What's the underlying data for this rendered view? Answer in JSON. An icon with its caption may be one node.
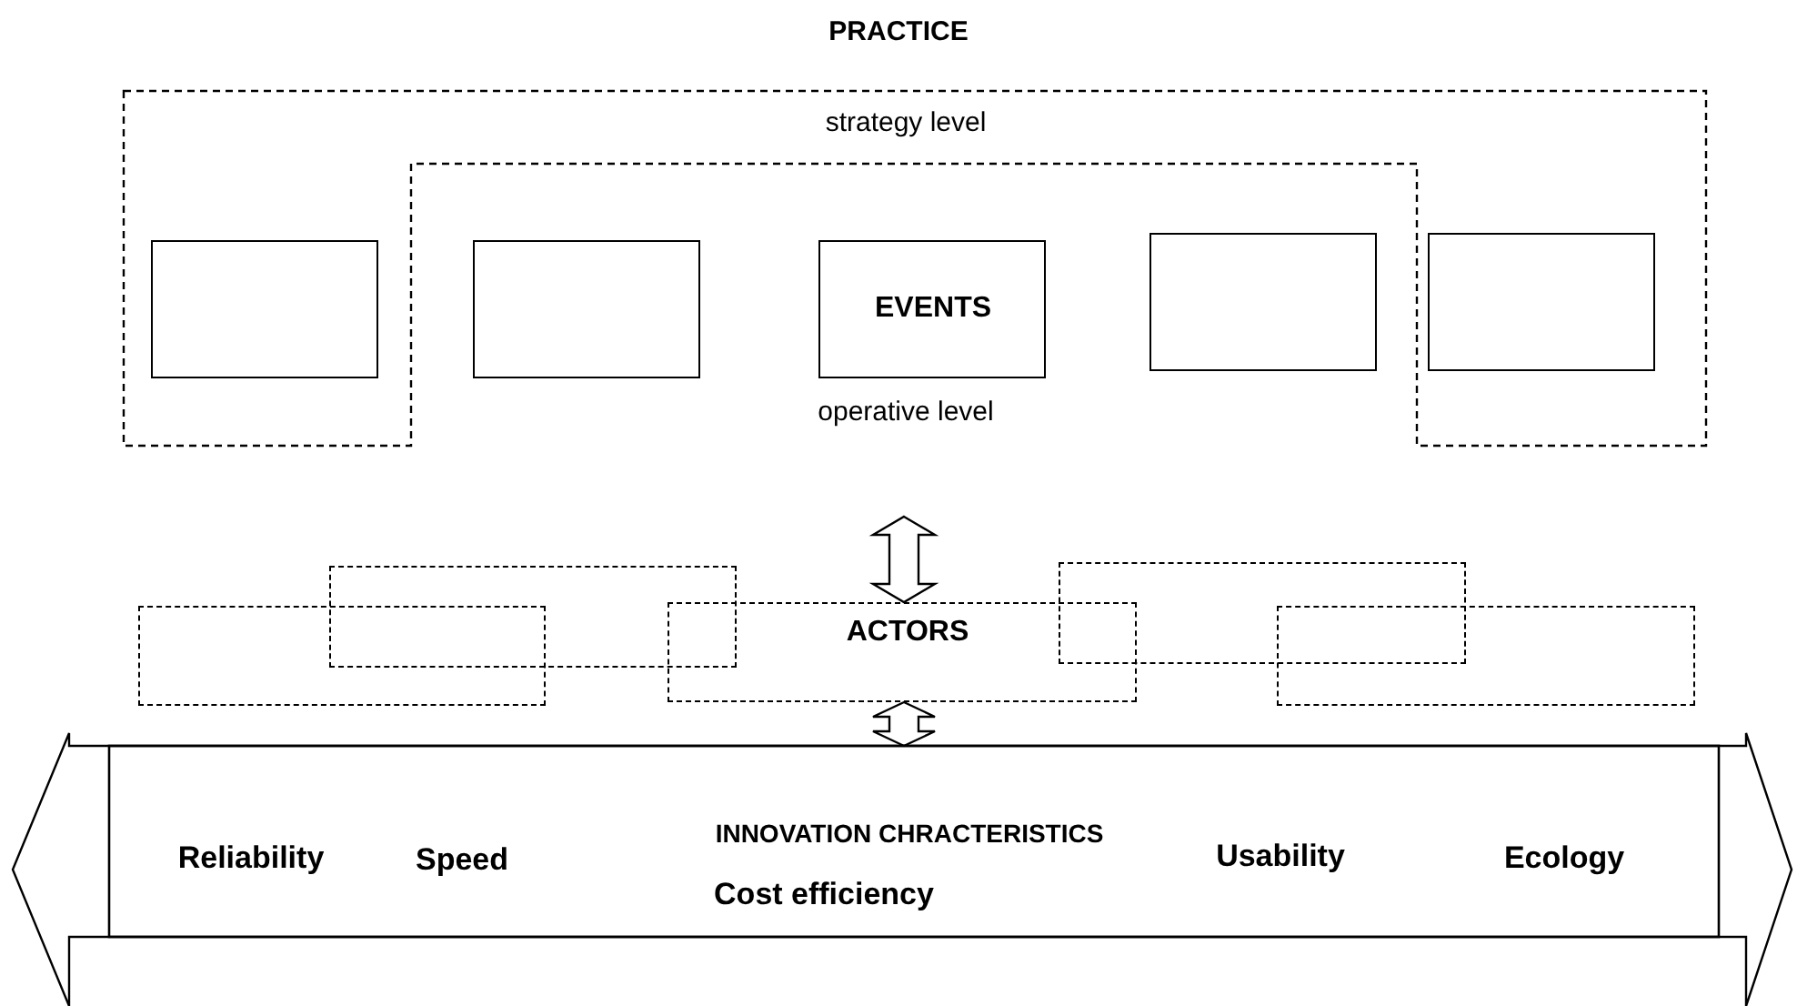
{
  "diagram": {
    "title": "PRACTICE",
    "nodes": [
      {
        "text": [
          "strategy level"
        ]
      },
      {
        "text": [],
        "shape": "box",
        "in": 0
      },
      {
        "text": [],
        "shape": "box"
      },
      {
        "text": [
          "EVENTS"
        ]
      },
      {
        "text": [],
        "shape": "box"
      },
      {
        "text": [],
        "shape": "box",
        "in": 0
      },
      {
        "text": [],
        "shape": "box"
      },
      {
        "text": [],
        "shape": "box"
      },
      {
        "text": [
          "ACTORS"
        ]
      },
      {
        "text": [],
        "shape": "box"
      },
      {
        "text": [],
        "shape": "box"
      },
      {
        "text": [
          "Reliability",
          "Speed",
          "INNOVATION CHRACTERISTICS",
          "Cost efficiency",
          "Usability",
          "Ecology"
        ]
      }
    ],
    "edges": [
      {
        "from": null,
        "to": 8,
        "arrow": "both"
      },
      {
        "from": 8,
        "to": 11,
        "arrow": "both"
      }
    ],
    "labels": [
      "operative level"
    ]
  }
}
